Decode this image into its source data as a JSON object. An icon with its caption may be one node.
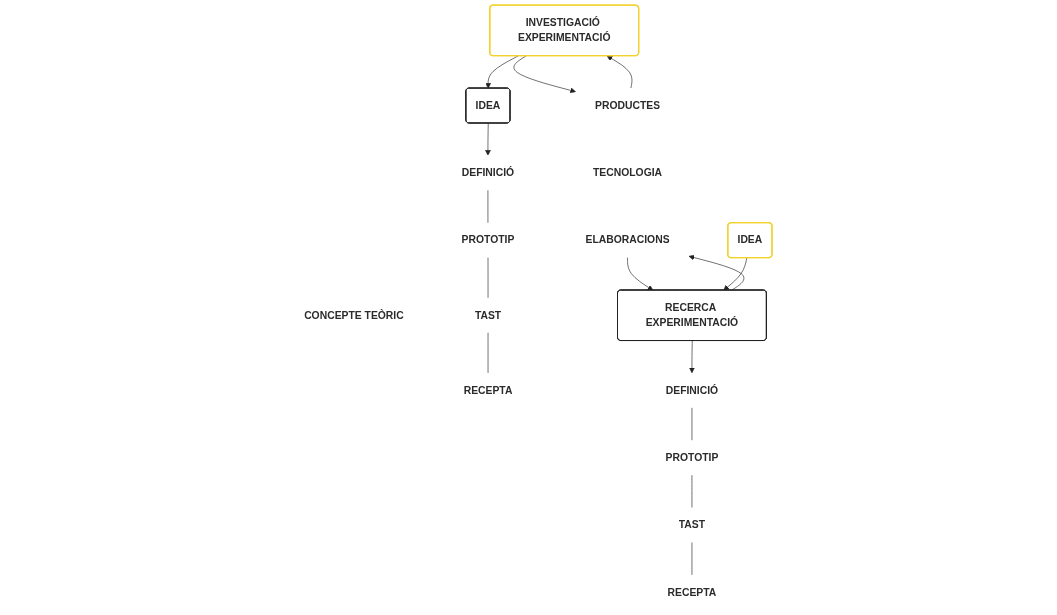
{
  "diagram": {
    "nodes": [
      {
        "text": [
          "INVESTIGACIÓ EXPERIMENTACIÓ"
        ]
      },
      {
        "text": [
          "PRODUCTES"
        ]
      },
      {
        "text": [
          "TECNOLOGIA"
        ]
      },
      {
        "text": [
          "ELABORACIONS"
        ]
      },
      {
        "text": [
          "CONCEPTE TEÒRIC"
        ]
      },
      {
        "text": [
          "IDEA"
        ]
      },
      {
        "text": [
          "RECERCA EXPERIMENTACIÓ"
        ]
      },
      {
        "text": [
          "IDEA"
        ]
      },
      {
        "text": [
          "DEFINICIÓ"
        ]
      },
      {
        "text": [
          "PROTOTIP"
        ]
      },
      {
        "text": [
          "TAST"
        ]
      },
      {
        "text": [
          "RECEPTA"
        ]
      },
      {
        "text": [
          "DEFINICIÓ"
        ]
      },
      {
        "text": [
          "PROTOTIP"
        ]
      },
      {
        "text": [
          "TAST"
        ]
      },
      {
        "text": [
          "RECEPTA"
        ]
      }
    ],
    "edges": [
      {
        "from": 0,
        "to": 1,
        "arrow": "to"
      },
      {
        "from": 1,
        "to": 0,
        "arrow": "to"
      },
      {
        "from": 3,
        "to": 6,
        "arrow": "to"
      },
      {
        "from": 6,
        "to": 3,
        "arrow": "to"
      },
      {
        "from": 0,
        "to": 7,
        "arrow": "to"
      },
      {
        "from": 5,
        "to": 6,
        "arrow": "to"
      },
      {
        "from": 7,
        "to": 8,
        "arrow": "to"
      },
      {
        "from": 8,
        "to": 9,
        "arrow": "none"
      },
      {
        "from": 9,
        "to": 10,
        "arrow": "none"
      },
      {
        "from": 10,
        "to": 11,
        "arrow": "none"
      },
      {
        "from": 6,
        "to": 12,
        "arrow": "to"
      },
      {
        "from": 12,
        "to": 13,
        "arrow": "none"
      },
      {
        "from": 13,
        "to": 14,
        "arrow": "none"
      },
      {
        "from": 14,
        "to": 15,
        "arrow": "none"
      }
    ]
  }
}
